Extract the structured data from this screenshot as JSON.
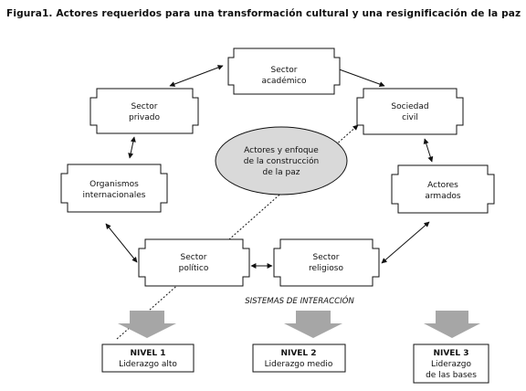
{
  "title": "Figura1.  Actores requeridos para una transformación cultural y una resignificación de la paz",
  "nodes": {
    "sector_academico": [
      "Sector",
      "académico"
    ],
    "sector_privado": [
      "Sector",
      "privado"
    ],
    "sociedad_civil": [
      "Sociedad",
      "civil"
    ],
    "organismos": [
      "Organismos",
      "internacionales"
    ],
    "actores_armados": [
      "Actores",
      "armados"
    ],
    "sector_politico": [
      "Sector",
      "político"
    ],
    "sector_religioso": [
      "Sector",
      "religioso"
    ],
    "center": [
      "Actores y enfoque",
      "de la construcción",
      "de la paz"
    ]
  },
  "sistemas_label": "SISTEMAS DE INTERACCIÓN",
  "levels": [
    {
      "name": "NIVEL 1",
      "lines": [
        "Liderazgo alto"
      ]
    },
    {
      "name": "NIVEL 2",
      "lines": [
        "Liderazgo medio"
      ]
    },
    {
      "name": "NIVEL 3",
      "lines": [
        "Liderazgo",
        "de las bases"
      ]
    }
  ],
  "colors": {
    "ellipse_fill": "#d9d9d9",
    "arrow_fill": "#a6a6a6",
    "stroke": "#111111"
  }
}
